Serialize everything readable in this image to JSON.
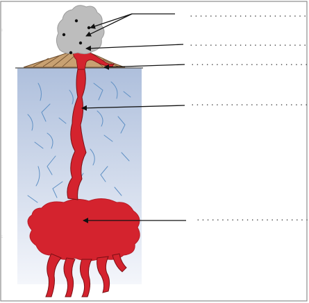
{
  "diagram": {
    "labels": [
      {
        "id": "label-ash-cloud",
        "text": "........................"
      },
      {
        "id": "label-vent-gas",
        "text": "........................"
      },
      {
        "id": "label-cone",
        "text": "........................"
      },
      {
        "id": "label-conduit",
        "text": "........................"
      },
      {
        "id": "label-magma-chamber",
        "text": "........................"
      }
    ],
    "colors": {
      "frame": "#8c8c8c",
      "ground_top": "#aebfdc",
      "ground_bottom": "#f4f6fb",
      "crack": "#5f90c4",
      "magma": "#d4232e",
      "magma_dark": "#7a0f14",
      "cone": "#c8a172",
      "ash": "#bdbdbd",
      "arrow": "#111111"
    }
  }
}
